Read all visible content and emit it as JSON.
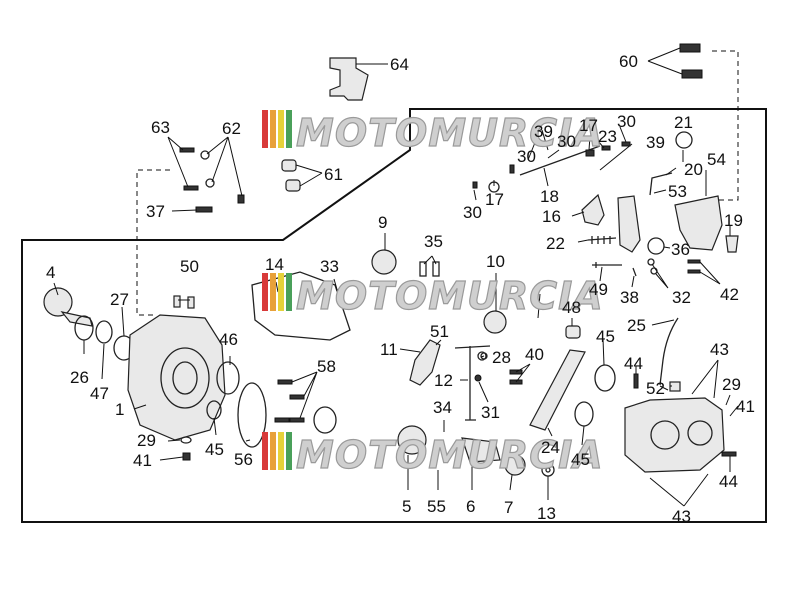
{
  "watermark": "MOTOMURCIA",
  "callouts": [
    "1",
    "4",
    "5",
    "6",
    "7",
    "9",
    "10",
    "11",
    "12",
    "13",
    "14",
    "16",
    "17",
    "18",
    "19",
    "20",
    "21",
    "22",
    "23",
    "24",
    "25",
    "26",
    "27",
    "28",
    "29",
    "30",
    "31",
    "32",
    "33",
    "34",
    "35",
    "36",
    "37",
    "38",
    "39",
    "40",
    "41",
    "42",
    "43",
    "44",
    "45",
    "46",
    "47",
    "48",
    "49",
    "50",
    "51",
    "52",
    "53",
    "54",
    "55",
    "56",
    "58",
    "60",
    "61",
    "62",
    "63",
    "64"
  ],
  "colors": {
    "line": "#111111",
    "watermark_fill": "#cfcfcf",
    "watermark_stripes": [
      "#d83a3a",
      "#e8a13a",
      "#e6d23a",
      "#4aa05a"
    ]
  }
}
